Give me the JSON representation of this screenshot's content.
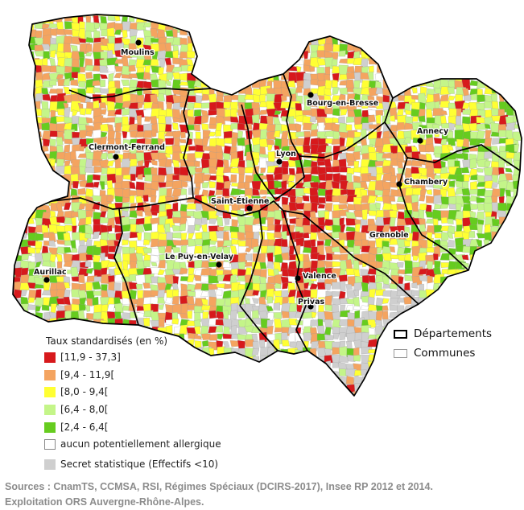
{
  "map": {
    "cities": [
      {
        "name": "Moulins"
      },
      {
        "name": "Bourg-en-Bresse"
      },
      {
        "name": "Annecy"
      },
      {
        "name": "Clermont-Ferrand"
      },
      {
        "name": "Lyon"
      },
      {
        "name": "Chambery"
      },
      {
        "name": "Saint-Étienne"
      },
      {
        "name": "Grenoble"
      },
      {
        "name": "Le Puy-en-Velay"
      },
      {
        "name": "Aurillac"
      },
      {
        "name": "Valence"
      },
      {
        "name": "Privas"
      }
    ]
  },
  "legend": {
    "title": "Taux standardisés (en %)",
    "classes": [
      {
        "label": "[11,9 - 37,3]",
        "color": "#d7191c"
      },
      {
        "label": "[9,4 - 11,9[",
        "color": "#f4a460"
      },
      {
        "label": "[8,0 - 9,4[",
        "color": "#ffff33"
      },
      {
        "label": "[6,4 - 8,0[",
        "color": "#c4f589"
      },
      {
        "label": "[2,4 - 6,4[",
        "color": "#66cc1f"
      },
      {
        "label": "aucun potentiellement allergique",
        "color": "#ffffff"
      },
      {
        "label": "Secret statistique (Effectifs <10)",
        "color": "#cfcfcf"
      }
    ]
  },
  "reference_legend": {
    "departements": "Départements",
    "communes": "Communes"
  },
  "sources": {
    "line1": "Sources : CnamTS, CCMSA, RSI, Régimes Spéciaux (DCIRS-2017), Insee RP 2012 et 2014.",
    "line2": "Exploitation ORS Auvergne-Rhône-Alpes."
  }
}
